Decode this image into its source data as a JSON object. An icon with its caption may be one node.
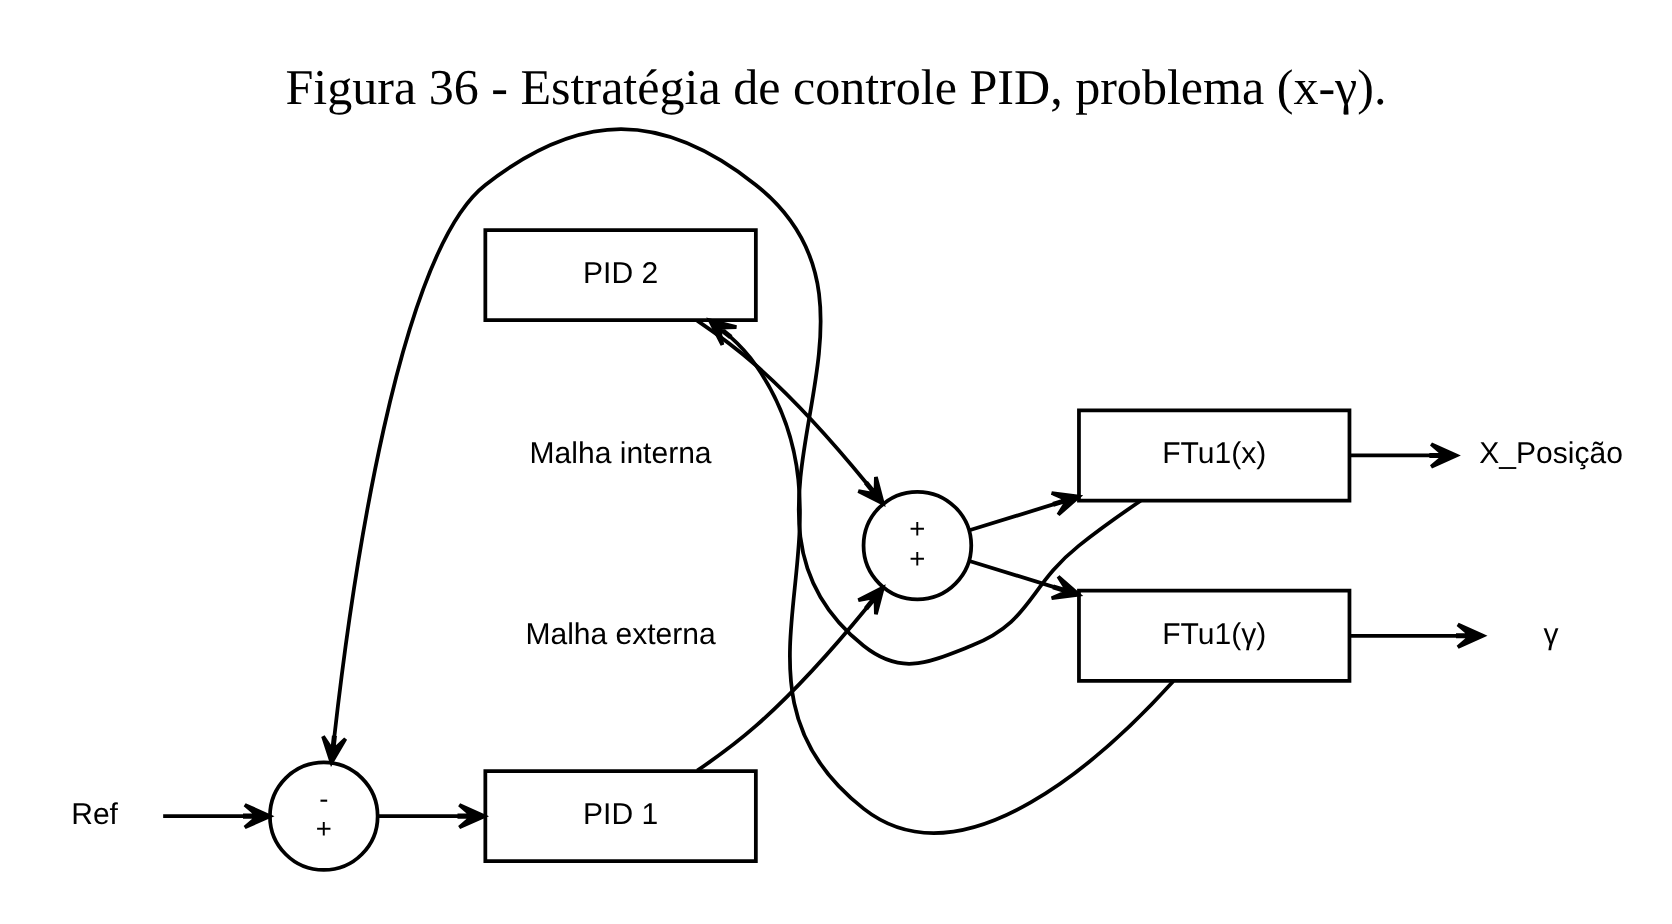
{
  "diagram": {
    "title": "Figura 36 - Estratégia de controle PID, problema (x-γ).",
    "nodes": [
      {
        "text": [
          "Ref"
        ]
      },
      {
        "text": [
          "-",
          "+"
        ]
      },
      {
        "text": [
          "PID 1"
        ]
      },
      {
        "text": [
          "+",
          "+"
        ]
      },
      {
        "text": [
          "FTu1(x)"
        ]
      },
      {
        "text": [
          "X_Posição"
        ]
      },
      {
        "text": [
          "PID 2"
        ]
      },
      {
        "text": [
          "FTu1(γ)"
        ]
      },
      {
        "text": [
          "γ"
        ]
      }
    ],
    "edges": [
      {
        "from": 0,
        "to": 1,
        "arrow": "to"
      },
      {
        "from": 1,
        "to": 2,
        "arrow": "to"
      },
      {
        "from": 2,
        "to": 3,
        "arrow": "to"
      },
      {
        "from": 3,
        "to": 4,
        "arrow": "to"
      },
      {
        "from": 4,
        "to": 5,
        "arrow": "to"
      },
      {
        "from": 4,
        "to": 1,
        "arrow": "to"
      },
      {
        "from": 6,
        "to": 3,
        "arrow": "to"
      },
      {
        "from": 3,
        "to": 7,
        "arrow": "to"
      },
      {
        "from": 7,
        "to": 8,
        "arrow": "to"
      },
      {
        "from": 7,
        "to": 6,
        "arrow": "to"
      }
    ],
    "labels": [
      "Malha externa",
      "Malha interna"
    ]
  }
}
